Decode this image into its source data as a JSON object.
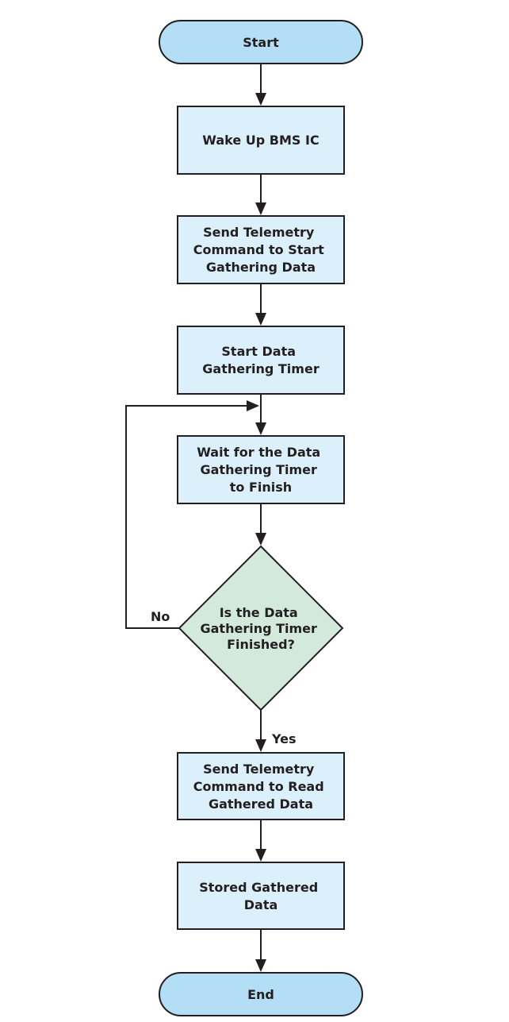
{
  "diagram": {
    "nodes": {
      "start": {
        "lines": [
          "Start"
        ]
      },
      "wake": {
        "lines": [
          "Wake Up BMS IC"
        ]
      },
      "send_start": {
        "lines": [
          "Send Telemetry",
          "Command to Start",
          "Gathering Data"
        ]
      },
      "start_timer": {
        "lines": [
          "Start Data",
          "Gathering Timer"
        ]
      },
      "wait": {
        "lines": [
          "Wait for the Data",
          "Gathering Timer",
          "to Finish"
        ]
      },
      "decision": {
        "lines": [
          "Is the Data",
          "Gathering Timer",
          "Finished?"
        ]
      },
      "send_read": {
        "lines": [
          "Send Telemetry",
          "Command to Read",
          "Gathered Data"
        ]
      },
      "store": {
        "lines": [
          "Stored Gathered",
          "Data"
        ]
      },
      "end": {
        "lines": [
          "End"
        ]
      }
    },
    "edge_labels": {
      "no": "No",
      "yes": "Yes"
    },
    "colors": {
      "terminal_fill": "#b3def5",
      "process_fill": "#dbf0fb",
      "decision_fill": "#d2e9dc",
      "stroke": "#231f20"
    }
  }
}
